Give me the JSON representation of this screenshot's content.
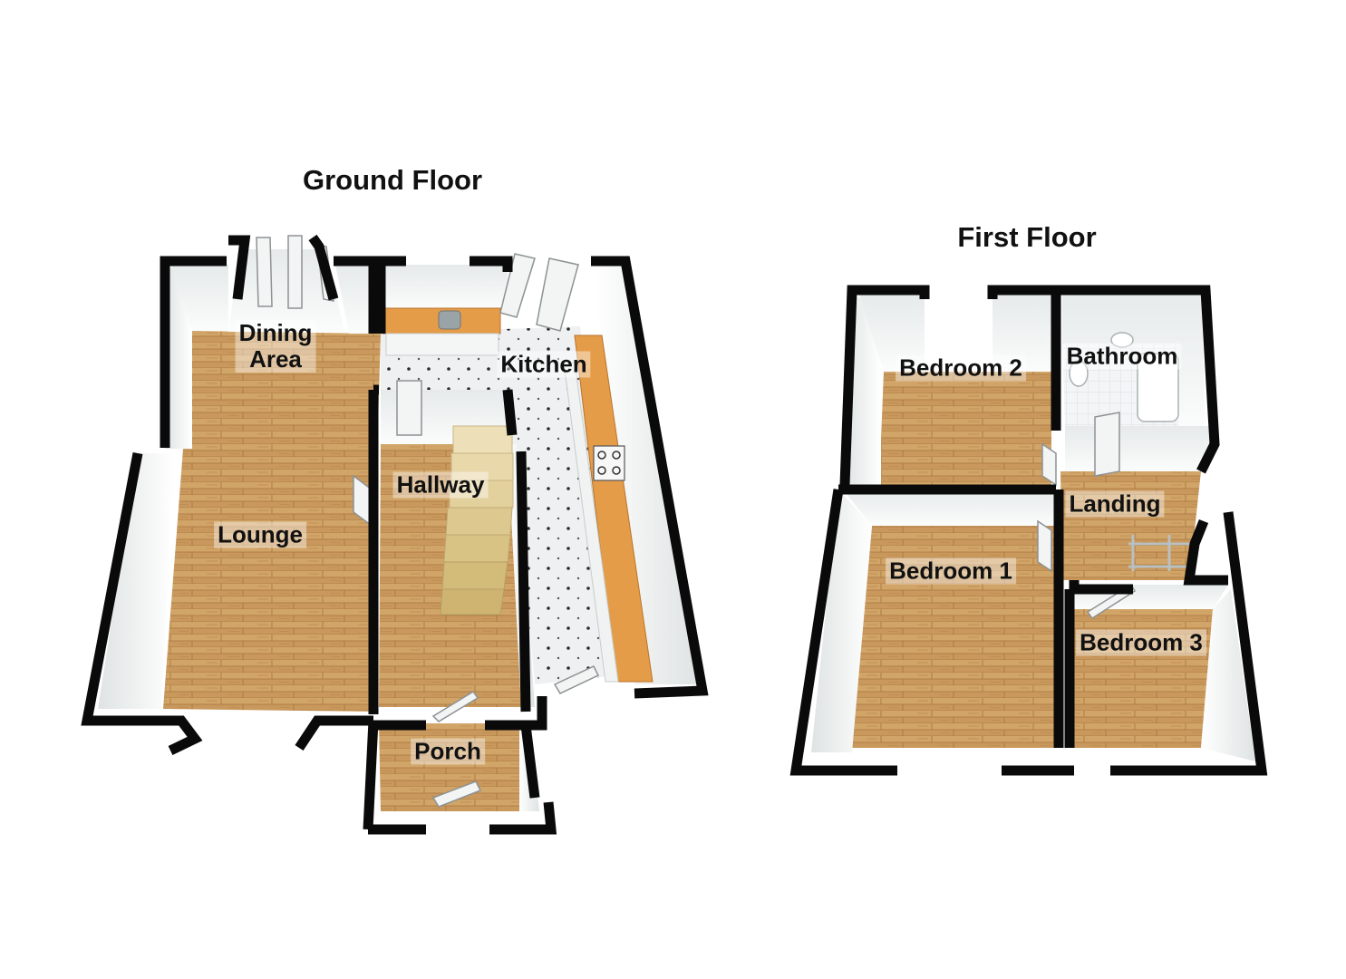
{
  "floors": {
    "ground": {
      "title": "Ground Floor",
      "rooms": {
        "dining": "Dining\nArea",
        "kitchen": "Kitchen",
        "lounge": "Lounge",
        "hallway": "Hallway",
        "porch": "Porch"
      }
    },
    "first": {
      "title": "First Floor",
      "rooms": {
        "bedroom2": "Bedroom 2",
        "bathroom": "Bathroom",
        "landing": "Landing",
        "bedroom1": "Bedroom 1",
        "bedroom3": "Bedroom 3"
      }
    }
  },
  "colors": {
    "wood_floor": "#c8975a",
    "wood_grain": "#a8733d",
    "tile_floor": "#eef0f2",
    "wall_black": "#0a0a0a",
    "wall_face": "#f4f6f6",
    "worktop": "#e39a45"
  }
}
